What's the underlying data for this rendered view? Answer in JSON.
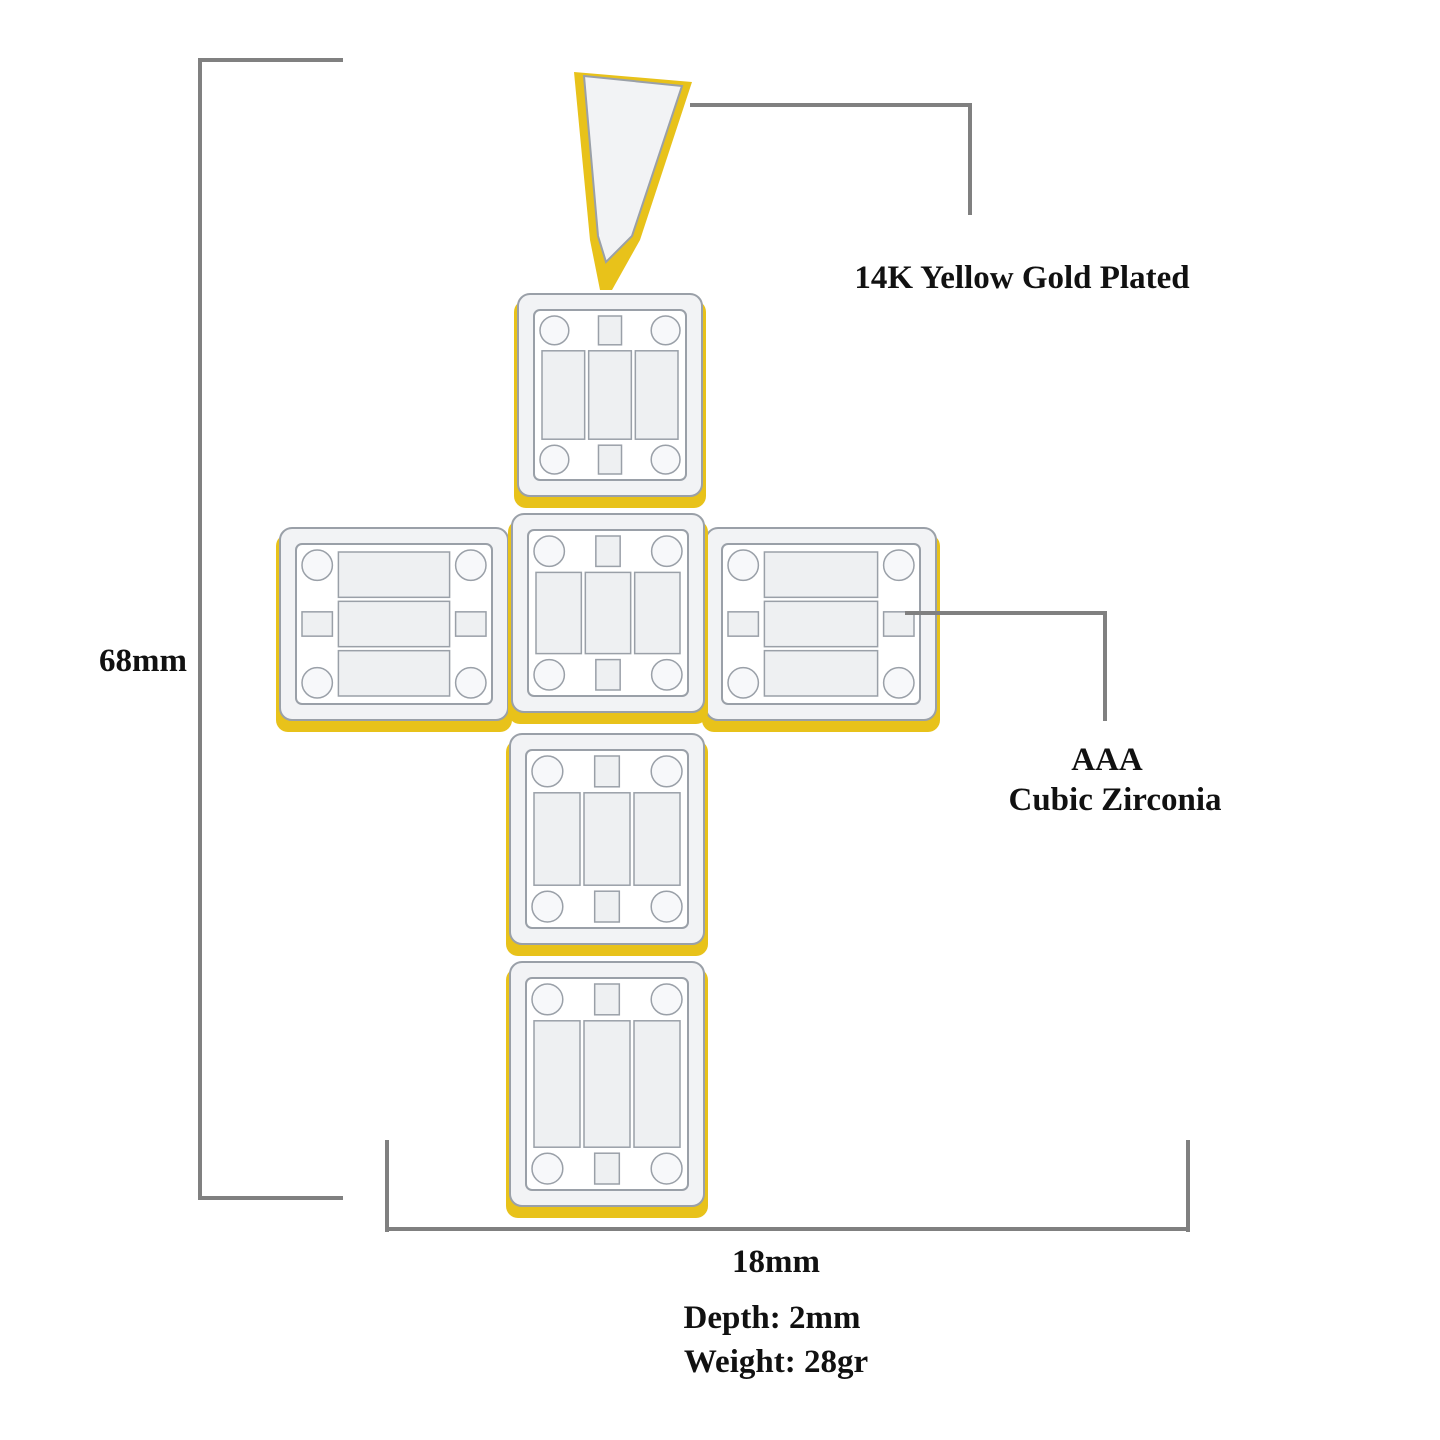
{
  "annotations": {
    "height": "68mm",
    "width": "18mm",
    "material": "14K Yellow Gold Plated",
    "stone_line1": "AAA",
    "stone_line2": "Cubic Zirconia",
    "depth": "Depth: 2mm",
    "weight": "Weight: 28gr"
  },
  "colors": {
    "dimension_line": "#808080",
    "gold": "#e8c21a",
    "stone": "#f2f3f5",
    "stone_shade": "#9aa0a8"
  },
  "product_icon": "cross-pendant"
}
